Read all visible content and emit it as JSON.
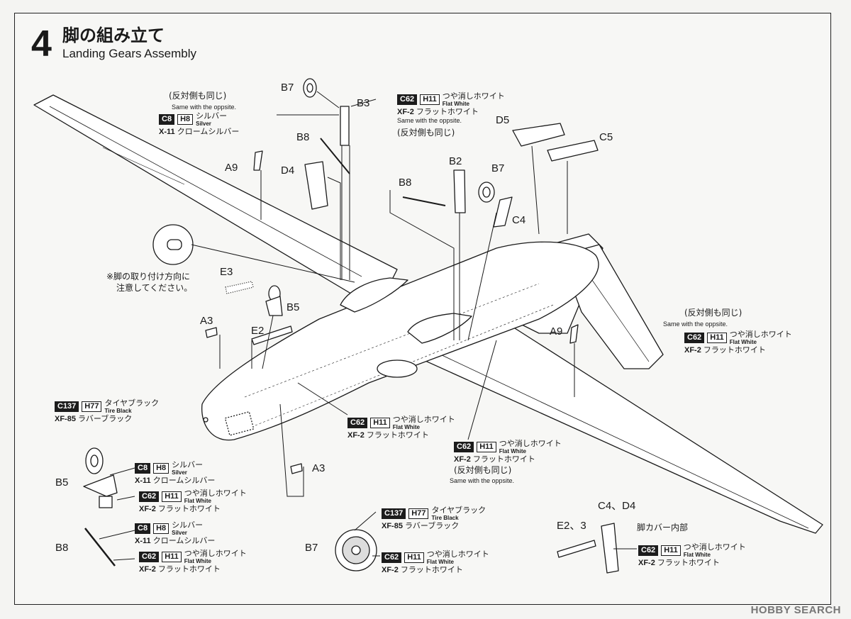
{
  "step": {
    "number": "4",
    "title_jp": "脚の組み立て",
    "title_en": "Landing Gears Assembly"
  },
  "parts": {
    "B7": "B7",
    "B3": "B3",
    "B8": "B8",
    "D4": "D4",
    "A9": "A9",
    "D5": "D5",
    "C5": "C5",
    "B2": "B2",
    "C4": "C4",
    "E3": "E3",
    "B5": "B5",
    "A3": "A3",
    "E2": "E2",
    "C4D4": "C4、D4",
    "E23": "E2、3"
  },
  "notes": {
    "same_opposite_jp": "(反対側も同じ)",
    "same_opposite_en": "Same with the oppsite.",
    "attach_direction": [
      "※脚の取り付け方向に",
      "注意してください。"
    ],
    "gear_cover_interior": "脚カバー内部"
  },
  "paints": {
    "silver": {
      "c": "C8",
      "h": "H8",
      "jp": "シルバー",
      "en": "Silver",
      "xf": "X-11",
      "xf_name": "クロームシルバー"
    },
    "flat_white": {
      "c": "C62",
      "h": "H11",
      "jp": "つや消しホワイト",
      "en": "Flat White",
      "xf": "XF-2",
      "xf_name": "フラットホワイト"
    },
    "tire_black": {
      "c": "C137",
      "h": "H77",
      "jp": "タイヤブラック",
      "en": "Tire Black",
      "xf": "XF-85",
      "xf_name": "ラバーブラック"
    }
  },
  "watermark": "HOBBY SEARCH",
  "colors": {
    "ink": "#1a1a1a",
    "paper": "#f7f7f5",
    "paint_box": "#1c1c1c"
  }
}
